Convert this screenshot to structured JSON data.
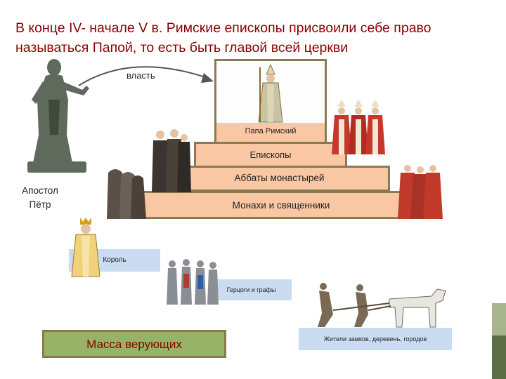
{
  "title": "В конце IV- начале V в. Римские епископы присвоили себе право называться Папой, то есть быть главой всей церкви",
  "arrow_label": "власть",
  "peter_label": "Апостол Пётр",
  "pyramid": {
    "pope": "Папа Римский",
    "bishops": "Епископы",
    "abbots": "Аббаты монастырей",
    "monks": "Монахи и священники"
  },
  "secular": {
    "king": "Король",
    "dukes": "Герцоги и графы",
    "people": "Жители замков, деревень, городов",
    "mass": "Масса верующих"
  },
  "colors": {
    "title": "#8b0000",
    "tier_fill": "#f9c7a4",
    "tier_border": "#8a7a52",
    "blue_bar": "#c9dcf2",
    "mass_fill": "#97b367",
    "sidebar_light": "#a9b58c",
    "sidebar_dark": "#5e6e44"
  }
}
